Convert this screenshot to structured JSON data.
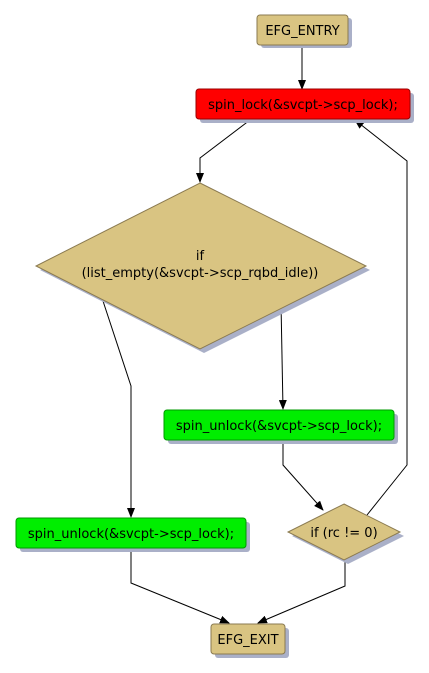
{
  "nodes": {
    "entry": {
      "label": "EFG_ENTRY",
      "fill": "#d9c482"
    },
    "spin_lock": {
      "label": "spin_lock(&svcpt->scp_lock);",
      "fill": "#ff0000"
    },
    "if_list_empty": {
      "line1": "if",
      "line2": "(list_empty(&svcpt->scp_rqbd_idle))",
      "fill": "#d9c482"
    },
    "spin_unlock_right": {
      "label": "spin_unlock(&svcpt->scp_lock);",
      "fill": "#00ee00"
    },
    "spin_unlock_left": {
      "label": "spin_unlock(&svcpt->scp_lock);",
      "fill": "#00ee00"
    },
    "if_rc": {
      "label": "if (rc != 0)",
      "fill": "#d9c482"
    },
    "exit": {
      "label": "EFG_EXIT",
      "fill": "#d9c482"
    }
  },
  "colors": {
    "shadow": "#aab0c8",
    "edge": "#000000"
  }
}
